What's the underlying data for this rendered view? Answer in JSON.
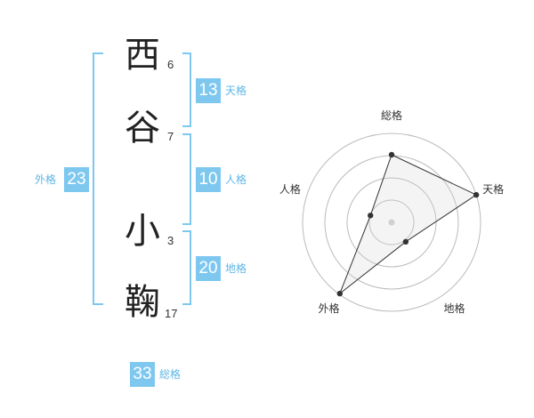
{
  "characters": [
    {
      "char": "西",
      "strokes": "6"
    },
    {
      "char": "谷",
      "strokes": "7"
    },
    {
      "char": "小",
      "strokes": "3"
    },
    {
      "char": "鞠",
      "strokes": "17"
    }
  ],
  "groups": {
    "tenkaku": {
      "value": "13",
      "label": "天格"
    },
    "jinkaku": {
      "value": "10",
      "label": "人格"
    },
    "chikaku": {
      "value": "20",
      "label": "地格"
    },
    "gaikaku": {
      "value": "23",
      "label": "外格"
    },
    "soukaku": {
      "value": "33",
      "label": "総格"
    }
  },
  "colors": {
    "accent": "#7ec8f0",
    "accent_text": "#5fb6e6"
  },
  "chart_data": {
    "type": "radar",
    "axes": [
      "総格",
      "天格",
      "地格",
      "外格",
      "人格"
    ],
    "values": [
      0.76,
      1.0,
      0.27,
      0.99,
      0.25
    ],
    "rings": 4,
    "range": [
      0,
      1
    ]
  }
}
